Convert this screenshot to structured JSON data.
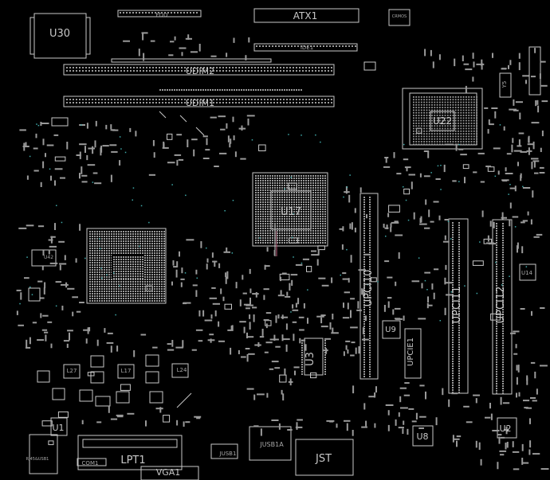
{
  "board": {
    "background": "#000000",
    "outline_color": "#c8c8c8",
    "text_color": "#c8c8c8",
    "pad_color": "#9a9a9a",
    "accent_color": "#3fa9a9",
    "labels": {
      "u30": "U30",
      "atx1": "ATX1",
      "ide1": "IDE1",
      "fdd": "FDD",
      "udim2": "UDIM2",
      "udim1": "UDIM1",
      "u22": "U22",
      "u17": "U17",
      "u3": "U3",
      "u9": "U9",
      "upci10": "UPCI10",
      "upci11": "UPCI11",
      "upci12": "UPCI12",
      "upcie1": "UPCIE1",
      "u14": "U14",
      "u1": "U1",
      "u2": "U2",
      "u8": "U8",
      "lpt1": "LPT1",
      "com1": "COM1",
      "vga1": "VGA1",
      "jst": "JST",
      "jusb1a": "JUSB1A",
      "jusb1": "JUSB1",
      "l27": "L27",
      "l17": "L17",
      "l24": "L24",
      "u42": "U42",
      "y5": "Y5",
      "crmos": "CRMOS",
      "rj45": "RJ45&USB1"
    }
  }
}
